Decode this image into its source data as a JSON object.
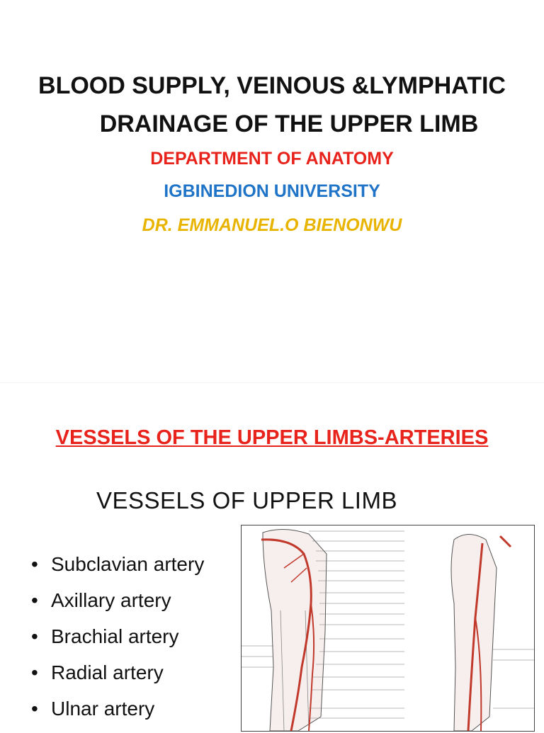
{
  "slide1": {
    "title_line1": "BLOOD SUPPLY, VEINOUS &LYMPHATIC",
    "title_line2": "DRAINAGE OF THE UPPER LIMB",
    "department": "DEPARTMENT OF ANATOMY",
    "university": "IGBINEDION UNIVERSITY",
    "author": "DR. EMMANUEL.O BIENONWU"
  },
  "slide2": {
    "title": "VESSELS OF THE UPPER LIMBS-ARTERIES",
    "heading": "VESSELS OF UPPER LIMB",
    "bullets": [
      "Subclavian artery",
      "Axillary artery",
      "Brachial artery",
      "Radial artery",
      "Ulnar artery"
    ]
  },
  "colors": {
    "red": "#e8231c",
    "blue": "#1f74c8",
    "gold": "#e8b400",
    "artery": "#c0392b"
  }
}
